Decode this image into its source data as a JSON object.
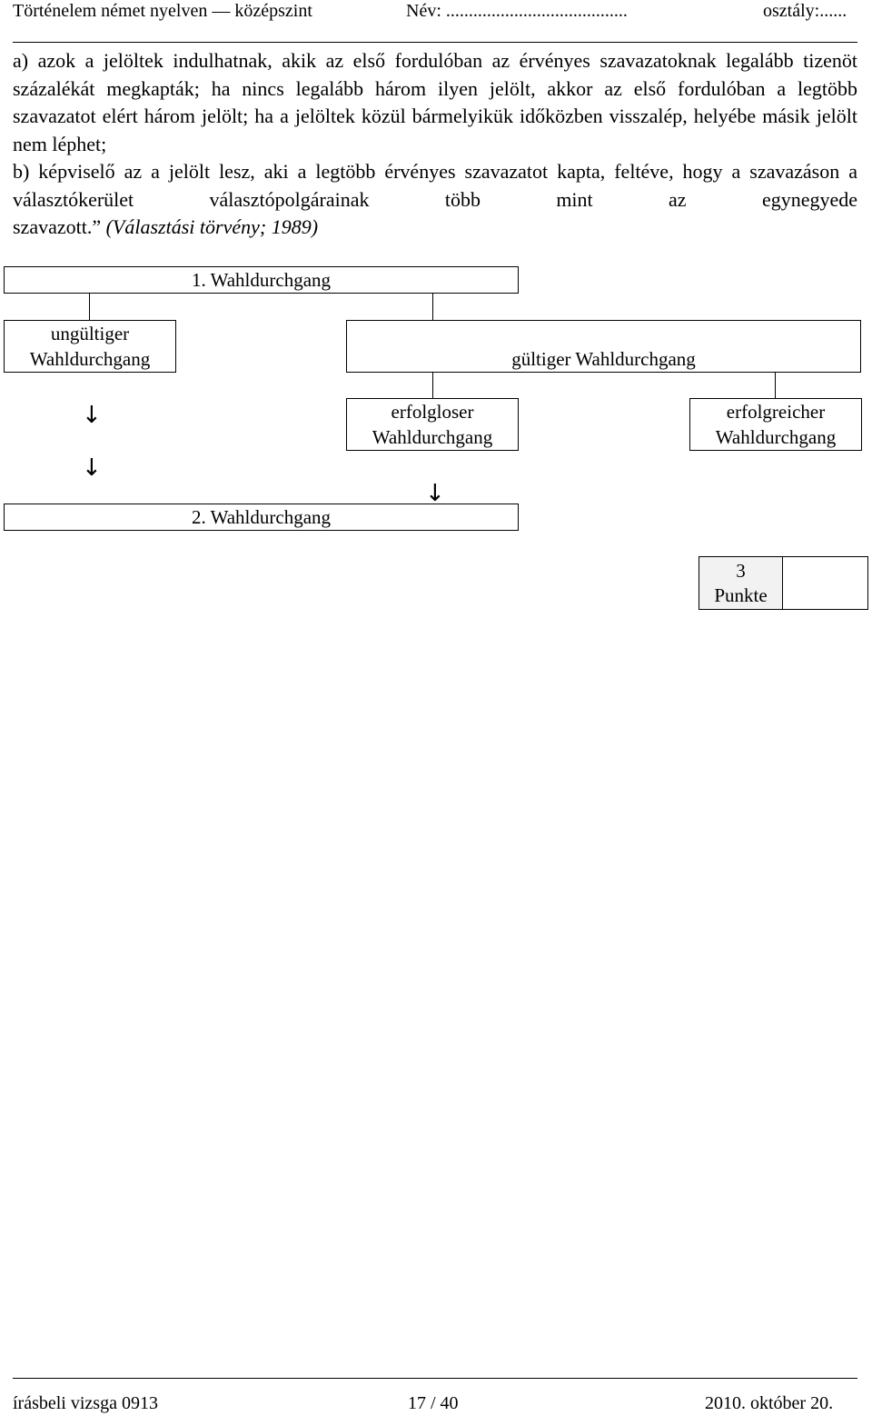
{
  "header": {
    "subject": "Történelem német nyelven — középszint",
    "name_label": "Név: ........................................",
    "class_label": "osztály:......"
  },
  "body": {
    "paragraph_a": "a) azok a jelöltek indulhatnak, akik az első fordulóban az érvényes szavazatoknak legalább tizenöt százalékát megkapták; ha nincs legalább három ilyen jelölt, akkor az első fordulóban a legtöbb szavazatot elért három jelölt; ha a jelöltek közül bármelyikük időközben visszalép, helyébe másik jelölt nem léphet;",
    "paragraph_b": "b) képviselő az a jelölt lesz, aki a legtöbb érvényes szavazatot kapta, feltéve, hogy a szavazáson a választókerület választópolgárainak több mint az egynegyede",
    "paragraph_b_end": "szavazott.”",
    "citation": "(Választási törvény; 1989)"
  },
  "diagram": {
    "first_round": "1. Wahldurchgang",
    "invalid_line1": "ungültiger",
    "invalid_line2": "Wahldurchgang",
    "valid": "gültiger Wahldurchgang",
    "unsuccessful_line1": "erfolgloser",
    "unsuccessful_line2": "Wahldurchgang",
    "successful_line1": "erfolgreicher",
    "successful_line2": "Wahldurchgang",
    "second_round": "2. Wahldurchgang",
    "arrow_glyph": "↓"
  },
  "score": {
    "number": "3",
    "unit": "Punkte"
  },
  "footer": {
    "left": "írásbeli vizsga 0913",
    "center": "17 / 40",
    "right": "2010. október 20."
  }
}
